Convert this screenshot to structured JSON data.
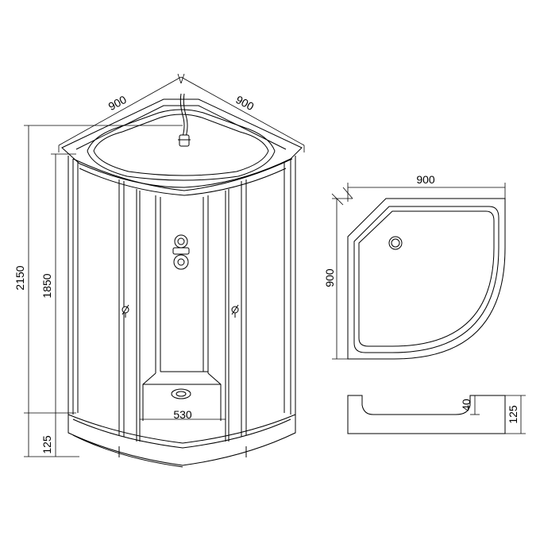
{
  "cabin_view": {
    "dims": {
      "top_left_width": "900",
      "top_right_width": "900",
      "total_height": "2150",
      "glass_height": "1850",
      "base_height": "125",
      "door_opening": "530"
    }
  },
  "tray_plan": {
    "dims": {
      "width": "900",
      "depth": "900"
    }
  },
  "tray_section": {
    "dims": {
      "inner_depth": "40",
      "total_height": "125"
    }
  }
}
